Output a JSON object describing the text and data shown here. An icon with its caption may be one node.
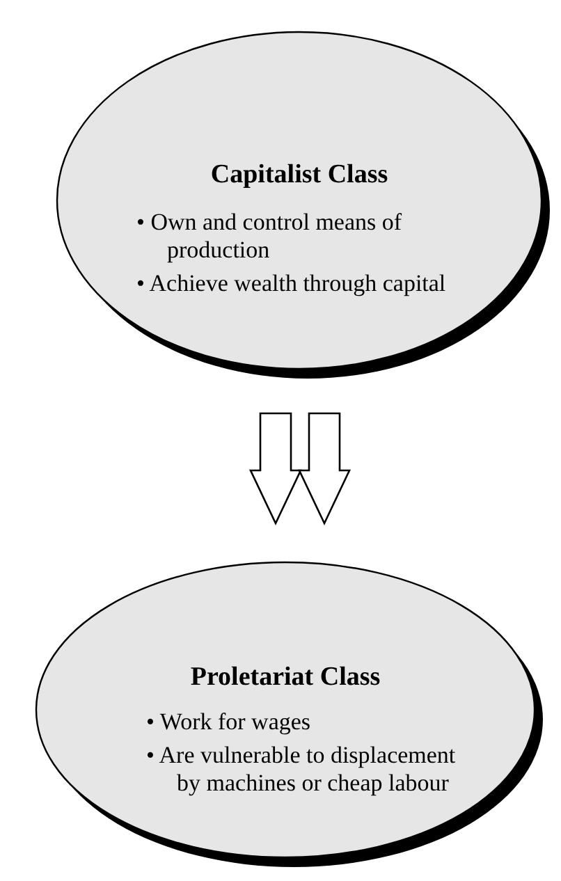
{
  "diagram": {
    "nodes": [
      {
        "text": [
          "Capitalist Class",
          "• Own and control means of production",
          "• Achieve wealth through capital"
        ]
      },
      {
        "text": [
          "Proletariat Class",
          "• Work for wages",
          "• Are vulnerable to displacement by machines or cheap labour"
        ]
      }
    ],
    "edges": [
      {
        "from": 0,
        "to": 1,
        "arrow": "to"
      },
      {
        "from": 0,
        "to": 1,
        "arrow": "to"
      }
    ]
  }
}
